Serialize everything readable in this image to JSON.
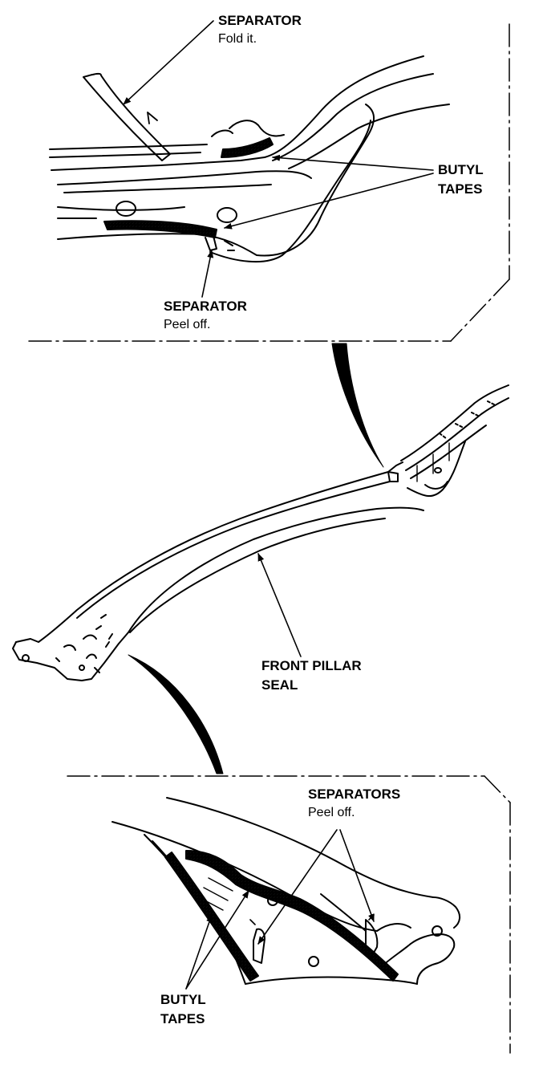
{
  "top_detail": {
    "separator_fold": {
      "title": "SEPARATOR",
      "note": "Fold it."
    },
    "butyl_tapes": {
      "line1": "BUTYL",
      "line2": "TAPES"
    },
    "separator_peel": {
      "title": "SEPARATOR",
      "note": "Peel off."
    }
  },
  "middle": {
    "front_pillar_seal": {
      "line1": "FRONT PILLAR",
      "line2": "SEAL"
    }
  },
  "bottom_detail": {
    "separators": {
      "title": "SEPARATORS",
      "note": "Peel off."
    },
    "butyl_tapes": {
      "line1": "BUTYL",
      "line2": "TAPES"
    }
  },
  "colors": {
    "ink": "#000000",
    "paper": "#ffffff"
  }
}
